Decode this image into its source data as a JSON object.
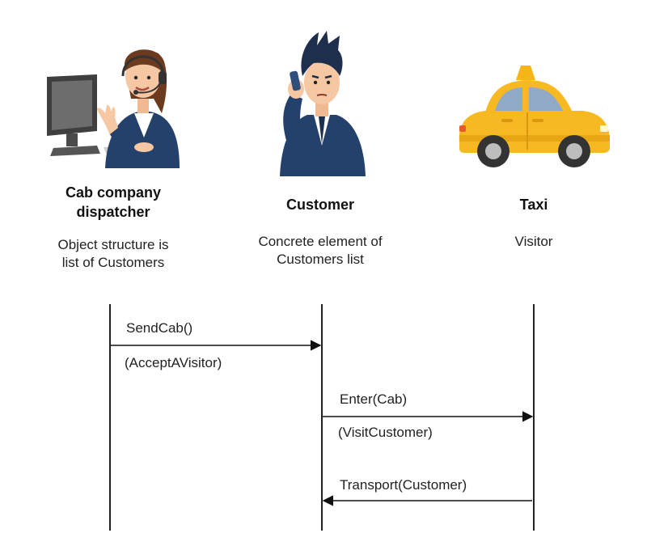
{
  "actors": [
    {
      "id": "dispatcher",
      "title_line1": "Cab company",
      "title_line2": "dispatcher",
      "desc_line1": "Object structure is",
      "desc_line2": "list of Customers",
      "icon": "dispatcher-with-headset-icon"
    },
    {
      "id": "customer",
      "title_line1": "Customer",
      "desc_line1": "Concrete element of",
      "desc_line2": "Customers list",
      "icon": "businessman-on-phone-icon"
    },
    {
      "id": "taxi",
      "title_line1": "Taxi",
      "desc_line1": "Visitor",
      "icon": "taxi-car-icon"
    }
  ],
  "messages": [
    {
      "from": "dispatcher",
      "to": "customer",
      "label": "SendCab()",
      "sublabel": "(AcceptAVisitor)"
    },
    {
      "from": "customer",
      "to": "taxi",
      "label": "Enter(Cab)",
      "sublabel": "(VisitCustomer)"
    },
    {
      "from": "taxi",
      "to": "customer",
      "label": "Transport(Customer)",
      "sublabel": ""
    }
  ]
}
